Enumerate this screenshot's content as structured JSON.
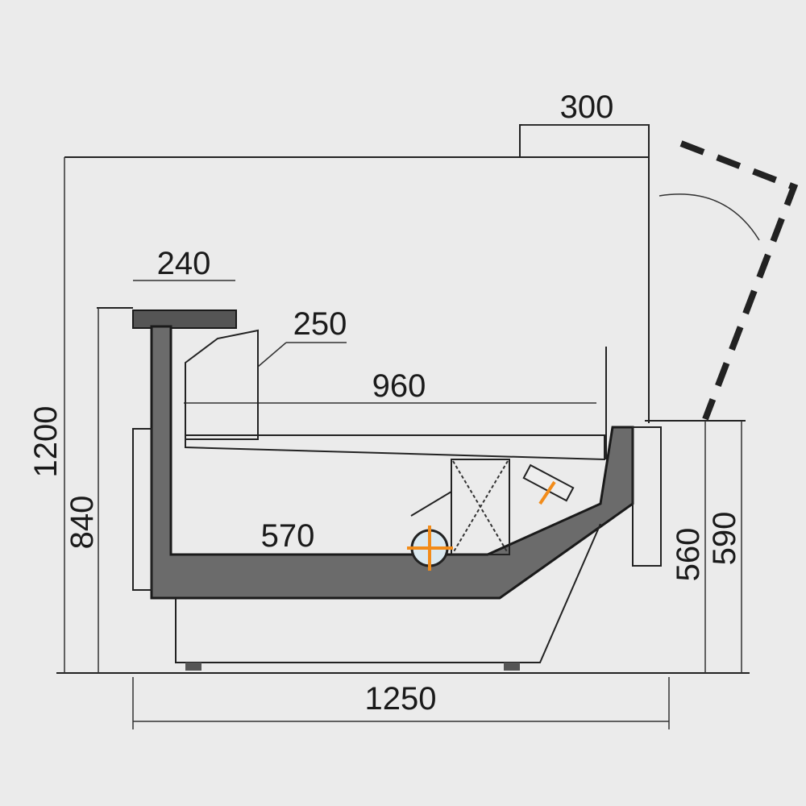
{
  "dimensions": {
    "total_height": "1200",
    "counter_height": "840",
    "canopy_depth": "300",
    "top_shelf_depth": "240",
    "shelf_offset": "250",
    "display_depth": "960",
    "inner_depth": "570",
    "total_depth": "1250",
    "rear_height_inner": "560",
    "rear_height_outer": "590"
  },
  "colors": {
    "background": "#ebebeb",
    "body": "#6b6b6b",
    "accent": "#f28c1a"
  }
}
